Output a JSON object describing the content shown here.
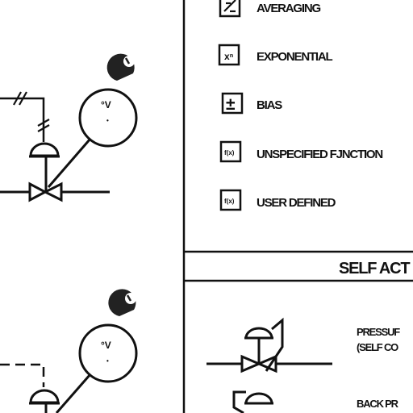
{
  "colors": {
    "ink": "#111111",
    "paper": "#ffffff"
  },
  "functions": {
    "items": [
      {
        "label": "AVERAGING",
        "symbol": "",
        "icon": "averaging-icon"
      },
      {
        "label": "EXPONENTIAL",
        "symbol": "xⁿ",
        "icon": "exponential-icon"
      },
      {
        "label": "BIAS",
        "symbol": "±",
        "icon": "bias-icon"
      },
      {
        "label": "UNSPECIFIED FJNCTION",
        "symbol": "f(x)",
        "icon": "unspecified-function-icon"
      },
      {
        "label": "USER DEFINED",
        "symbol": "f(x)",
        "icon": "user-defined-icon"
      }
    ]
  },
  "section": {
    "title": "SELF ACT"
  },
  "self_acting": {
    "items": [
      {
        "line1": "PRESSUF",
        "line2": "(SELF CO"
      },
      {
        "line1": "BACK PR"
      }
    ]
  },
  "valves": {
    "top": {
      "circle_text": "°V",
      "circle_dot": "•",
      "callout_icon": "callout-1-icon"
    },
    "bottom": {
      "circle_text": "°V",
      "circle_dot": "•",
      "callout_icon": "callout-2-icon"
    }
  }
}
